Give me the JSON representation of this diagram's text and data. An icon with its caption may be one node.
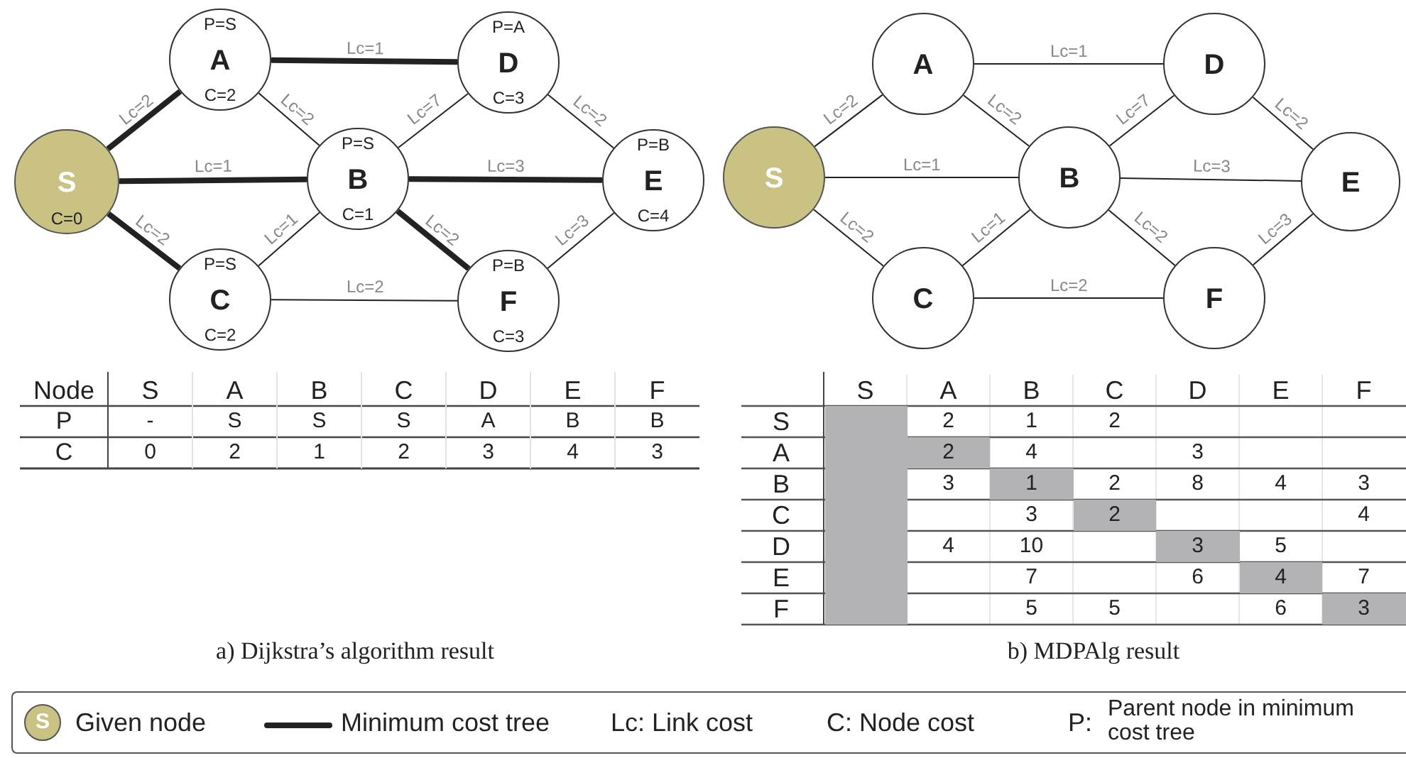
{
  "diagram": {
    "nodes": [
      {
        "text": [
          "S",
          "C=0"
        ]
      },
      {
        "text": [
          "P=S",
          "A",
          "C=2"
        ]
      },
      {
        "text": [
          "P=S",
          "B",
          "C=1"
        ]
      },
      {
        "text": [
          "P=S",
          "C",
          "C=2"
        ]
      },
      {
        "text": [
          "P=A",
          "D",
          "C=3"
        ]
      },
      {
        "text": [
          "P=B",
          "E",
          "C=4"
        ]
      },
      {
        "text": [
          "P=B",
          "F",
          "C=3"
        ]
      },
      {
        "text": [
          "S"
        ]
      },
      {
        "text": [
          "A"
        ]
      },
      {
        "text": [
          "B"
        ]
      },
      {
        "text": [
          "C"
        ]
      },
      {
        "text": [
          "D"
        ]
      },
      {
        "text": [
          "E"
        ]
      },
      {
        "text": [
          "F"
        ]
      }
    ],
    "edges": [
      {
        "from": 0,
        "to": 1,
        "arrow": "none",
        "label": "Lc=2",
        "style": "thick"
      },
      {
        "from": 1,
        "to": 4,
        "arrow": "none",
        "label": "Lc=1",
        "style": "thick"
      },
      {
        "from": 1,
        "to": 2,
        "arrow": "none",
        "label": "Lc=2"
      },
      {
        "from": 0,
        "to": 2,
        "arrow": "none",
        "label": "Lc=1",
        "style": "thick"
      },
      {
        "from": 2,
        "to": 4,
        "arrow": "none",
        "label": "Lc=7"
      },
      {
        "from": 4,
        "to": 5,
        "arrow": "none",
        "label": "Lc=2"
      },
      {
        "from": 2,
        "to": 5,
        "arrow": "none",
        "label": "Lc=3",
        "style": "thick"
      },
      {
        "from": 0,
        "to": 3,
        "arrow": "none",
        "label": "Lc=2",
        "style": "thick"
      },
      {
        "from": 3,
        "to": 2,
        "arrow": "none",
        "label": "Lc=1"
      },
      {
        "from": 2,
        "to": 6,
        "arrow": "none",
        "label": "Lc=2",
        "style": "thick"
      },
      {
        "from": 3,
        "to": 6,
        "arrow": "none",
        "label": "Lc=2"
      },
      {
        "from": 6,
        "to": 5,
        "arrow": "none",
        "label": "Lc=3"
      },
      {
        "from": 7,
        "to": 8,
        "arrow": "none",
        "label": "Lc=2"
      },
      {
        "from": 8,
        "to": 11,
        "arrow": "none",
        "label": "Lc=1"
      },
      {
        "from": 8,
        "to": 9,
        "arrow": "none",
        "label": "Lc=2"
      },
      {
        "from": 7,
        "to": 9,
        "arrow": "none",
        "label": "Lc=1"
      },
      {
        "from": 9,
        "to": 11,
        "arrow": "none",
        "label": "Lc=7"
      },
      {
        "from": 11,
        "to": 12,
        "arrow": "none",
        "label": "Lc=2"
      },
      {
        "from": 9,
        "to": 12,
        "arrow": "none",
        "label": "Lc=3"
      },
      {
        "from": 7,
        "to": 10,
        "arrow": "none",
        "label": "Lc=2"
      },
      {
        "from": 10,
        "to": 9,
        "arrow": "none",
        "label": "Lc=1"
      },
      {
        "from": 9,
        "to": 13,
        "arrow": "none",
        "label": "Lc=2"
      },
      {
        "from": 10,
        "to": 13,
        "arrow": "none",
        "label": "Lc=2"
      },
      {
        "from": 13,
        "to": 12,
        "arrow": "none",
        "label": "Lc=3"
      }
    ],
    "labels": [
      "Node",
      "S",
      "A",
      "B",
      "C",
      "D",
      "E",
      "F",
      "P",
      "-",
      "S",
      "S",
      "S",
      "A",
      "B",
      "B",
      "C",
      "0",
      "2",
      "1",
      "2",
      "3",
      "4",
      "3",
      "S",
      "A",
      "B",
      "C",
      "D",
      "E",
      "F",
      "S",
      "2",
      "1",
      "2",
      "A",
      "2",
      "4",
      "3",
      "B",
      "3",
      "1",
      "2",
      "8",
      "4",
      "3",
      "C",
      "3",
      "2",
      "4",
      "D",
      "4",
      "10",
      "3",
      "5",
      "E",
      "7",
      "6",
      "4",
      "7",
      "F",
      "5",
      "5",
      "6",
      "3",
      "a) Dijkstra’s algorithm result",
      "b) MDPAlg result",
      "S",
      "Lc: Link cost",
      "C: Node cost",
      "P:",
      "Parent node in minimum cost tree"
    ],
    "legend": [
      {
        "text": "Given node"
      },
      {
        "text": "Minimum cost tree"
      }
    ]
  }
}
